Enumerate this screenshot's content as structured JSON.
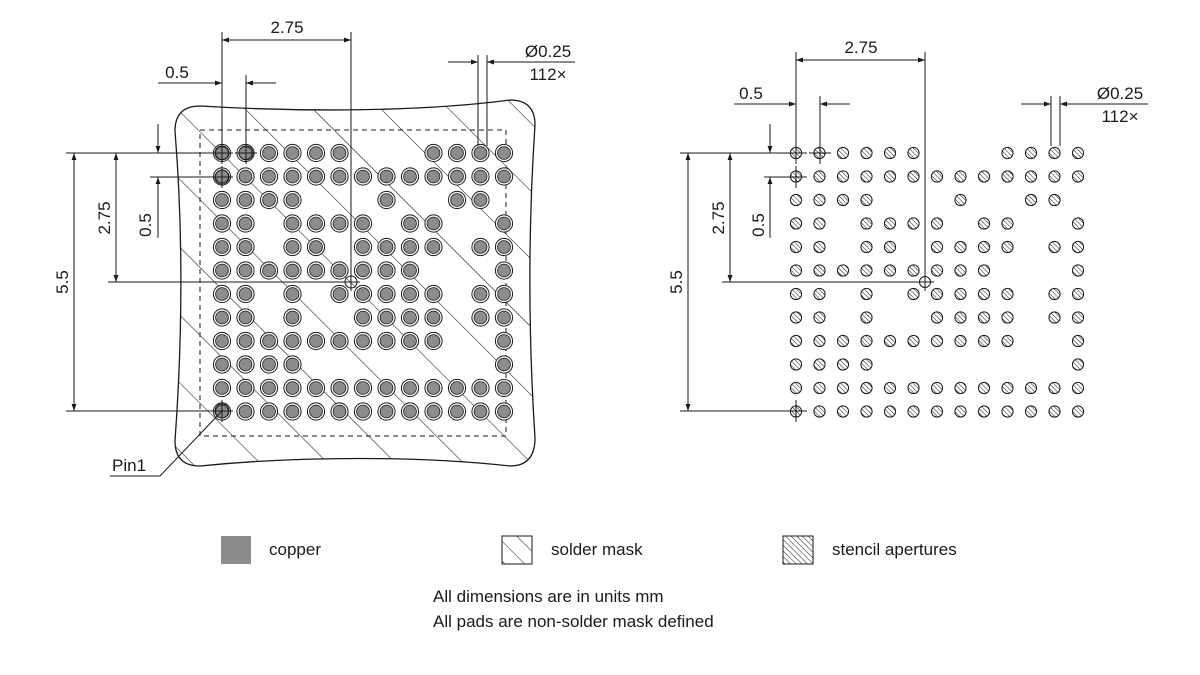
{
  "left_view": {
    "dims": {
      "pitch_x": "2.75",
      "pad_pitch_x": "0.5",
      "pad_diameter": "Ø0.25",
      "pad_count": "112×",
      "pitch_y": "2.75",
      "pad_pitch_y": "0.5",
      "span_y": "5.5"
    },
    "pin1_label": "Pin1"
  },
  "right_view": {
    "dims": {
      "pitch_x": "2.75",
      "pad_pitch_x": "0.5",
      "pad_diameter": "Ø0.25",
      "pad_count": "112×",
      "pitch_y": "2.75",
      "pad_pitch_y": "0.5",
      "span_y": "5.5"
    }
  },
  "pad_grid": [
    "1111110001111",
    "1111111111111",
    "1111000100110",
    "1101111011001",
    "1101101111011",
    "1111111110001",
    "1101011111011",
    "1101001111011",
    "1111111111001",
    "1111000000001",
    "1111111111111",
    "1111111111111"
  ],
  "legend": [
    {
      "icon": "copper-swatch",
      "label": "copper"
    },
    {
      "icon": "solder-mask-swatch",
      "label": "solder mask"
    },
    {
      "icon": "stencil-apertures-swatch",
      "label": "stencil apertures"
    }
  ],
  "notes": [
    "All dimensions are in units mm",
    "All pads are non-solder mask defined"
  ],
  "colors": {
    "copper": "#8c8c8c",
    "line": "#1a1a1a",
    "background": "#ffffff"
  }
}
